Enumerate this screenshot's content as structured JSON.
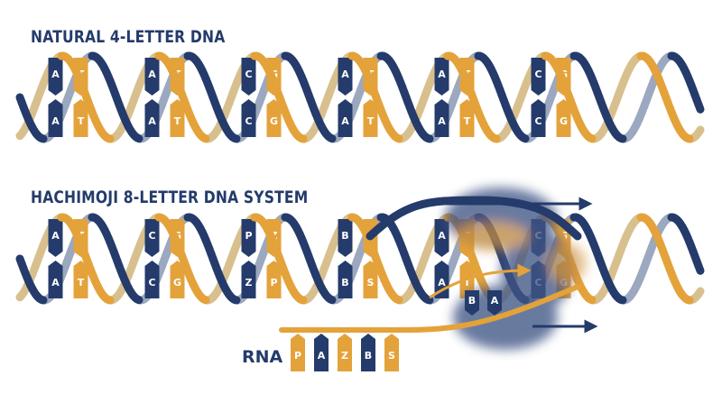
{
  "headings": {
    "natural": "NATURAL 4-LETTER DNA",
    "hachimoji": "HACHIMOJI 8-LETTER DNA SYSTEM"
  },
  "colors": {
    "navy": "#243b6b",
    "gold": "#e4a23a",
    "grey": "#9ba8c0",
    "white": "#ffffff"
  },
  "natural_pairs": [
    {
      "top": "A",
      "bottom": "A"
    },
    {
      "top": "T",
      "bottom": "T"
    },
    {
      "top": "A",
      "bottom": "A"
    },
    {
      "top": "T",
      "bottom": "T"
    },
    {
      "top": "C",
      "bottom": "C"
    },
    {
      "top": "G",
      "bottom": "G"
    },
    {
      "top": "A",
      "bottom": "A"
    },
    {
      "top": "T",
      "bottom": "T"
    },
    {
      "top": "A",
      "bottom": "A"
    },
    {
      "top": "T",
      "bottom": "T"
    },
    {
      "top": "C",
      "bottom": "C"
    },
    {
      "top": "G",
      "bottom": "G"
    }
  ],
  "hachimoji_pairs": [
    {
      "top": "A",
      "bottom": "A"
    },
    {
      "top": "T",
      "bottom": "T"
    },
    {
      "top": "C",
      "bottom": "C"
    },
    {
      "top": "G",
      "bottom": "G"
    },
    {
      "top": "P",
      "bottom": "Z"
    },
    {
      "top": "Z",
      "bottom": "P"
    },
    {
      "top": "B",
      "bottom": "B"
    },
    {
      "top": "S",
      "bottom": "S"
    },
    {
      "top": "A",
      "bottom": "A"
    },
    {
      "top": "T",
      "bottom": "T"
    },
    {
      "top": "C",
      "bottom": "C"
    },
    {
      "top": "G",
      "bottom": "G"
    }
  ],
  "polymerase_bases": [
    "B",
    "A"
  ],
  "rna": {
    "label": "RNA",
    "bases": [
      "P",
      "A",
      "Z",
      "B",
      "S"
    ]
  }
}
